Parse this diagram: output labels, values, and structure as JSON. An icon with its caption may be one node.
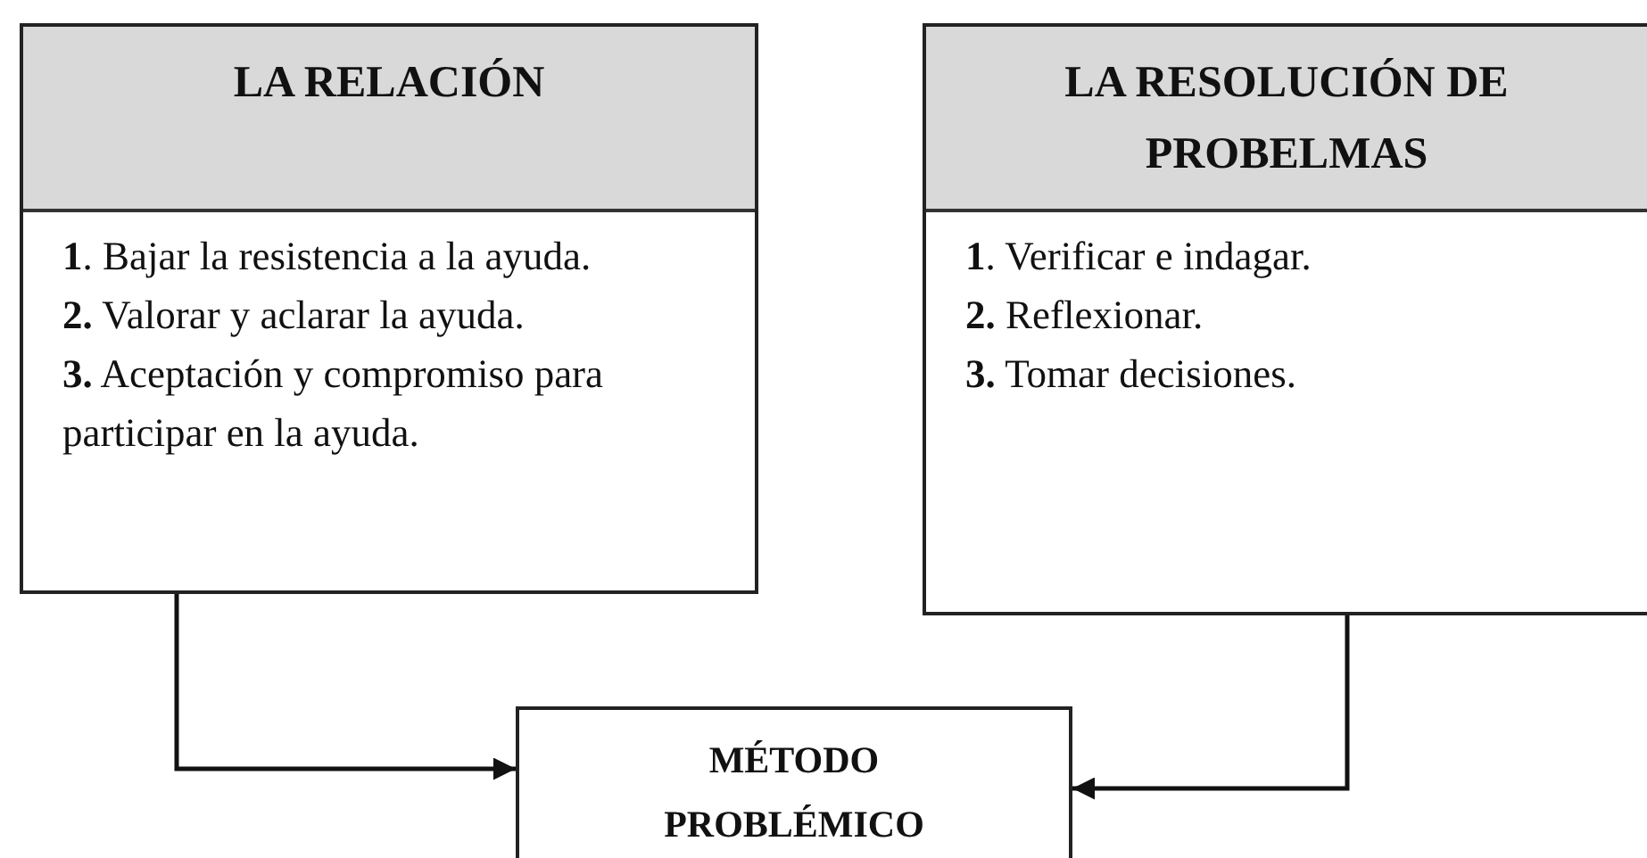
{
  "diagram": {
    "nodes": [
      {
        "text": [
          "LA RELACIÓN",
          "**1**. Bajar la resistencia a la ayuda.",
          "**2.** Valorar y aclarar la ayuda.",
          "**3.** Aceptación y compromiso para participar en la ayuda."
        ]
      },
      {
        "text": [
          "LA RESOLUCIÓN DE PROBELMAS",
          "**1**. Verificar e indagar.",
          "**2.** Reflexionar.",
          "**3.** Tomar decisiones."
        ]
      },
      {
        "text": [
          "MÉTODO PROBLÉMICO"
        ]
      }
    ],
    "edges": [
      {
        "from": 0,
        "to": 2,
        "arrow": "to"
      },
      {
        "from": 1,
        "to": 2,
        "arrow": "to"
      }
    ]
  }
}
